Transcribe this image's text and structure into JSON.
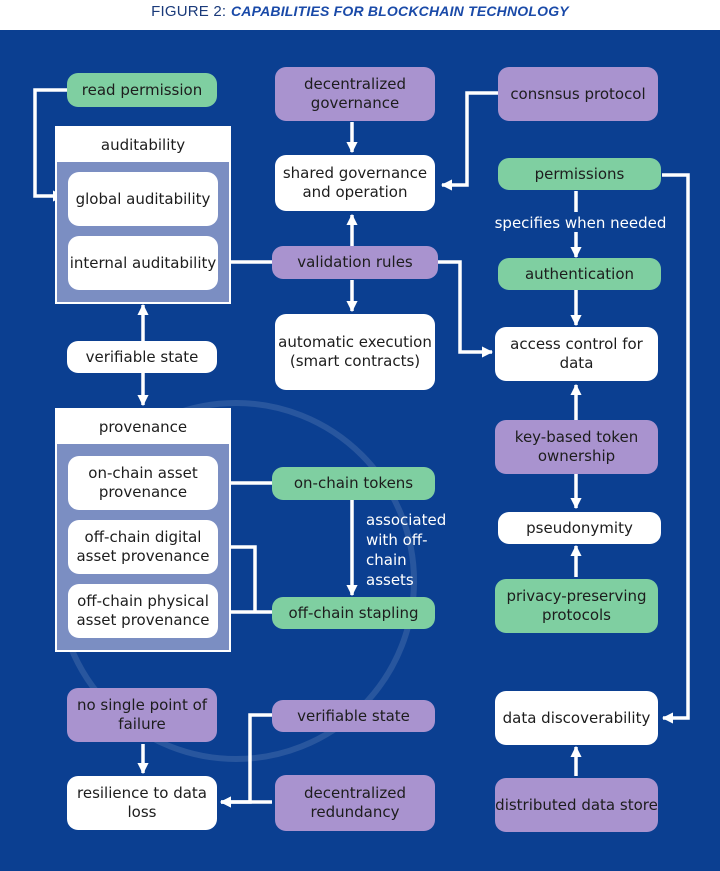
{
  "figure": {
    "lead": "FIGURE 2:",
    "title": "CAPABILITIES FOR BLOCKCHAIN TECHNOLOGY"
  },
  "colors": {
    "background": "#0b3f91",
    "green_node": "#7fcfa1",
    "purple_node": "#a993cf",
    "white_node": "#ffffff",
    "panel_fill": "#7b8ec2"
  },
  "nodes": {
    "read_permission": "read permission",
    "decentralized_governance": "decentralized governance",
    "consensus_protocol": "consnsus protocol",
    "shared_governance": "shared governance and operation",
    "permissions": "permissions",
    "specifies_when_needed": "specifies when needed",
    "authentication": "authentication",
    "validation_rules": "validation rules",
    "automatic_execution": "automatic execution (smart contracts)",
    "access_control": "access control for data",
    "verifiable_state_left": "verifiable state",
    "key_based": "key-based token ownership",
    "on_chain_tokens": "on-chain tokens",
    "associated_offchain": "associated with off-chain assets",
    "pseudonymity": "pseudonymity",
    "offchain_stapling": "off-chain stapling",
    "privacy_preserving": "privacy-preserving protocols",
    "no_single_point": "no single point of failure",
    "verifiable_state_bottom": "verifiable state",
    "data_discoverability": "data discoverability",
    "resilience": "resilience to data loss",
    "decentralized_redundancy": "decentralized redundancy",
    "distributed_data_store": "distributed data store"
  },
  "auditability": {
    "heading": "auditability",
    "items": [
      "global auditability",
      "internal auditability"
    ]
  },
  "provenance": {
    "heading": "provenance",
    "items": [
      "on-chain asset provenance",
      "off-chain digital asset provenance",
      "off-chain physical asset provenance"
    ]
  }
}
